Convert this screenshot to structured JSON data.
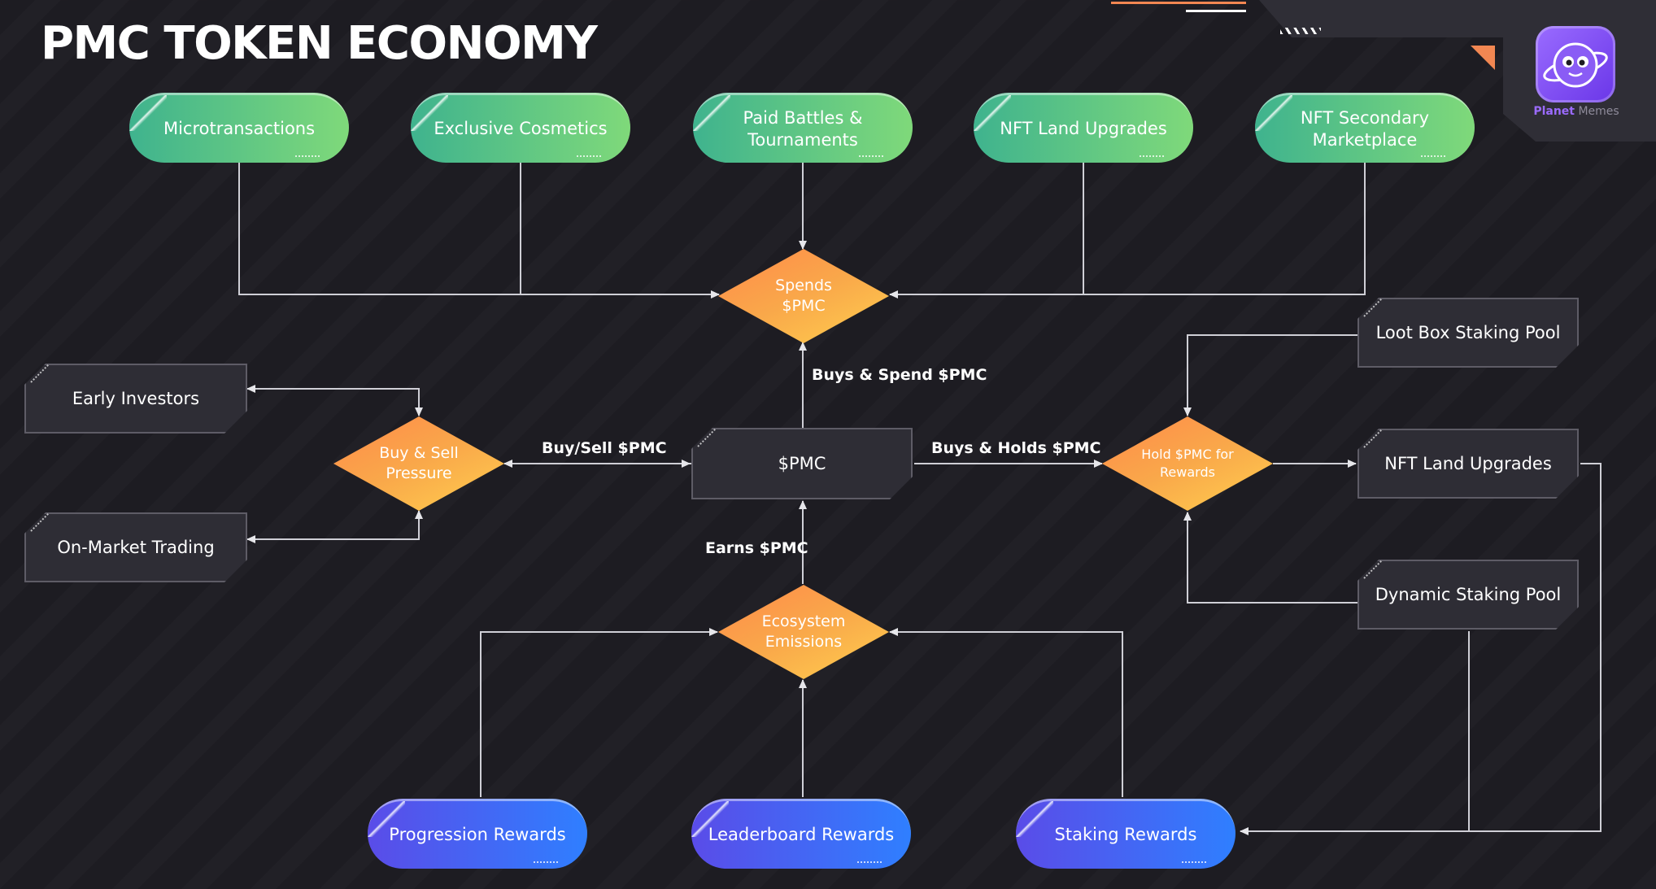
{
  "title": "PMC TOKEN ECONOMY",
  "logo": {
    "name": "Planet",
    "suffix": "Memes"
  },
  "colors": {
    "background": "#1d1c22",
    "connector": "#d9d9de",
    "pill_green_start": "#3fb38e",
    "pill_green_end": "#7fd97a",
    "pill_blue_start": "#5a4ce8",
    "pill_blue_end": "#2f7fff",
    "diamond_orange": "#f9a84a",
    "card_fill": "#2e2d35",
    "accent": "#f28752",
    "logo_purple": "#7c4dff"
  },
  "nodes": {
    "microtransactions": "Microtransactions",
    "exclusive_cosmetics": "Exclusive Cosmetics",
    "paid_battles": [
      "Paid Battles &",
      "Tournaments"
    ],
    "nft_land_upgrades_top": "NFT Land Upgrades",
    "nft_secondary": [
      "NFT Secondary",
      "Marketplace"
    ],
    "spends": [
      "Spends",
      "$PMC"
    ],
    "early_investors": "Early Investors",
    "on_market_trading": "On-Market Trading",
    "buy_sell_pressure": [
      "Buy & Sell",
      "Pressure"
    ],
    "pmc": "$PMC",
    "hold_pmc": [
      "Hold $PMC for",
      "Rewards"
    ],
    "loot_box": "Loot Box Staking Pool",
    "nft_land_upgrades_right": "NFT Land Upgrades",
    "dynamic_staking": "Dynamic Staking Pool",
    "ecosystem_emissions": [
      "Ecosystem",
      "Emissions"
    ],
    "progression_rewards": "Progression Rewards",
    "leaderboard_rewards": "Leaderboard Rewards",
    "staking_rewards": "Staking Rewards"
  },
  "edge_labels": {
    "buys_spend": "Buys & Spend $PMC",
    "buy_sell": "Buy/Sell $PMC",
    "buys_holds": "Buys & Holds $PMC",
    "earns": "Earns $PMC"
  },
  "icons": {
    "logo": "planet-mascot-icon",
    "arrowhead": "arrowhead-icon",
    "corner": "corner-triangle-icon"
  }
}
